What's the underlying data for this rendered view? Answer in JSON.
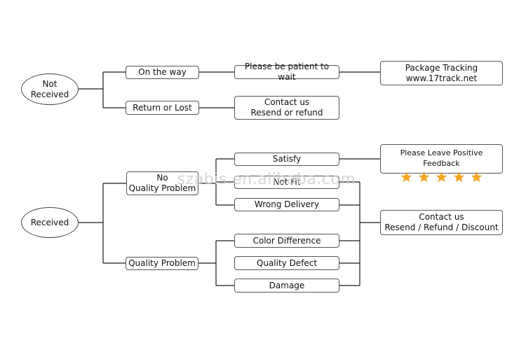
{
  "nodes": {
    "not_received": [
      "Not",
      "Received"
    ],
    "on_the_way": "On the way",
    "return_or_lost": "Return or Lost",
    "please_wait": "Please be patient to wait",
    "package_tracking": [
      "Package Tracking",
      "www.17track.net"
    ],
    "contact_top": [
      "Contact us",
      "Resend or refund"
    ],
    "received": "Received",
    "no_quality_problem": [
      "No",
      "Quality Problem"
    ],
    "quality_problem": "Quality Problem",
    "satisfy": "Satisfy",
    "not_fit": "Not Fit",
    "wrong_delivery": "Wrong Delivery",
    "color_difference": "Color Difference",
    "quality_defect": "Quality Defect",
    "damage": "Damage",
    "feedback": "Please Leave Positive Feedback",
    "contact_bottom": [
      "Contact us",
      "Resend / Refund / Discount"
    ]
  },
  "feedback_stars": 5,
  "star_color": "#F5A623",
  "watermark": "szabis.en.alibaba.com"
}
